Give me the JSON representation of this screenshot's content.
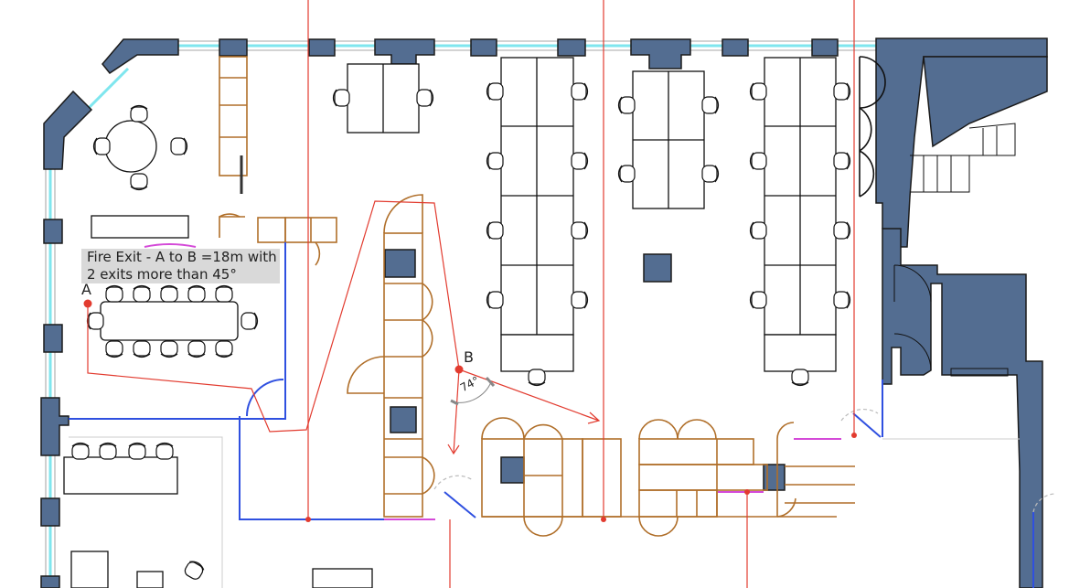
{
  "annotation": {
    "line1": "Fire Exit - A to B =18m with",
    "line2": "2 exits more than 45°"
  },
  "points": {
    "a": "A",
    "b": "B"
  },
  "angle_label": "74°",
  "colors": {
    "wall": "#536d91",
    "route": "#e23b2f",
    "joinery": "#b06f2a",
    "glazing": "#2f50e0",
    "window": "#7fe6ee"
  }
}
